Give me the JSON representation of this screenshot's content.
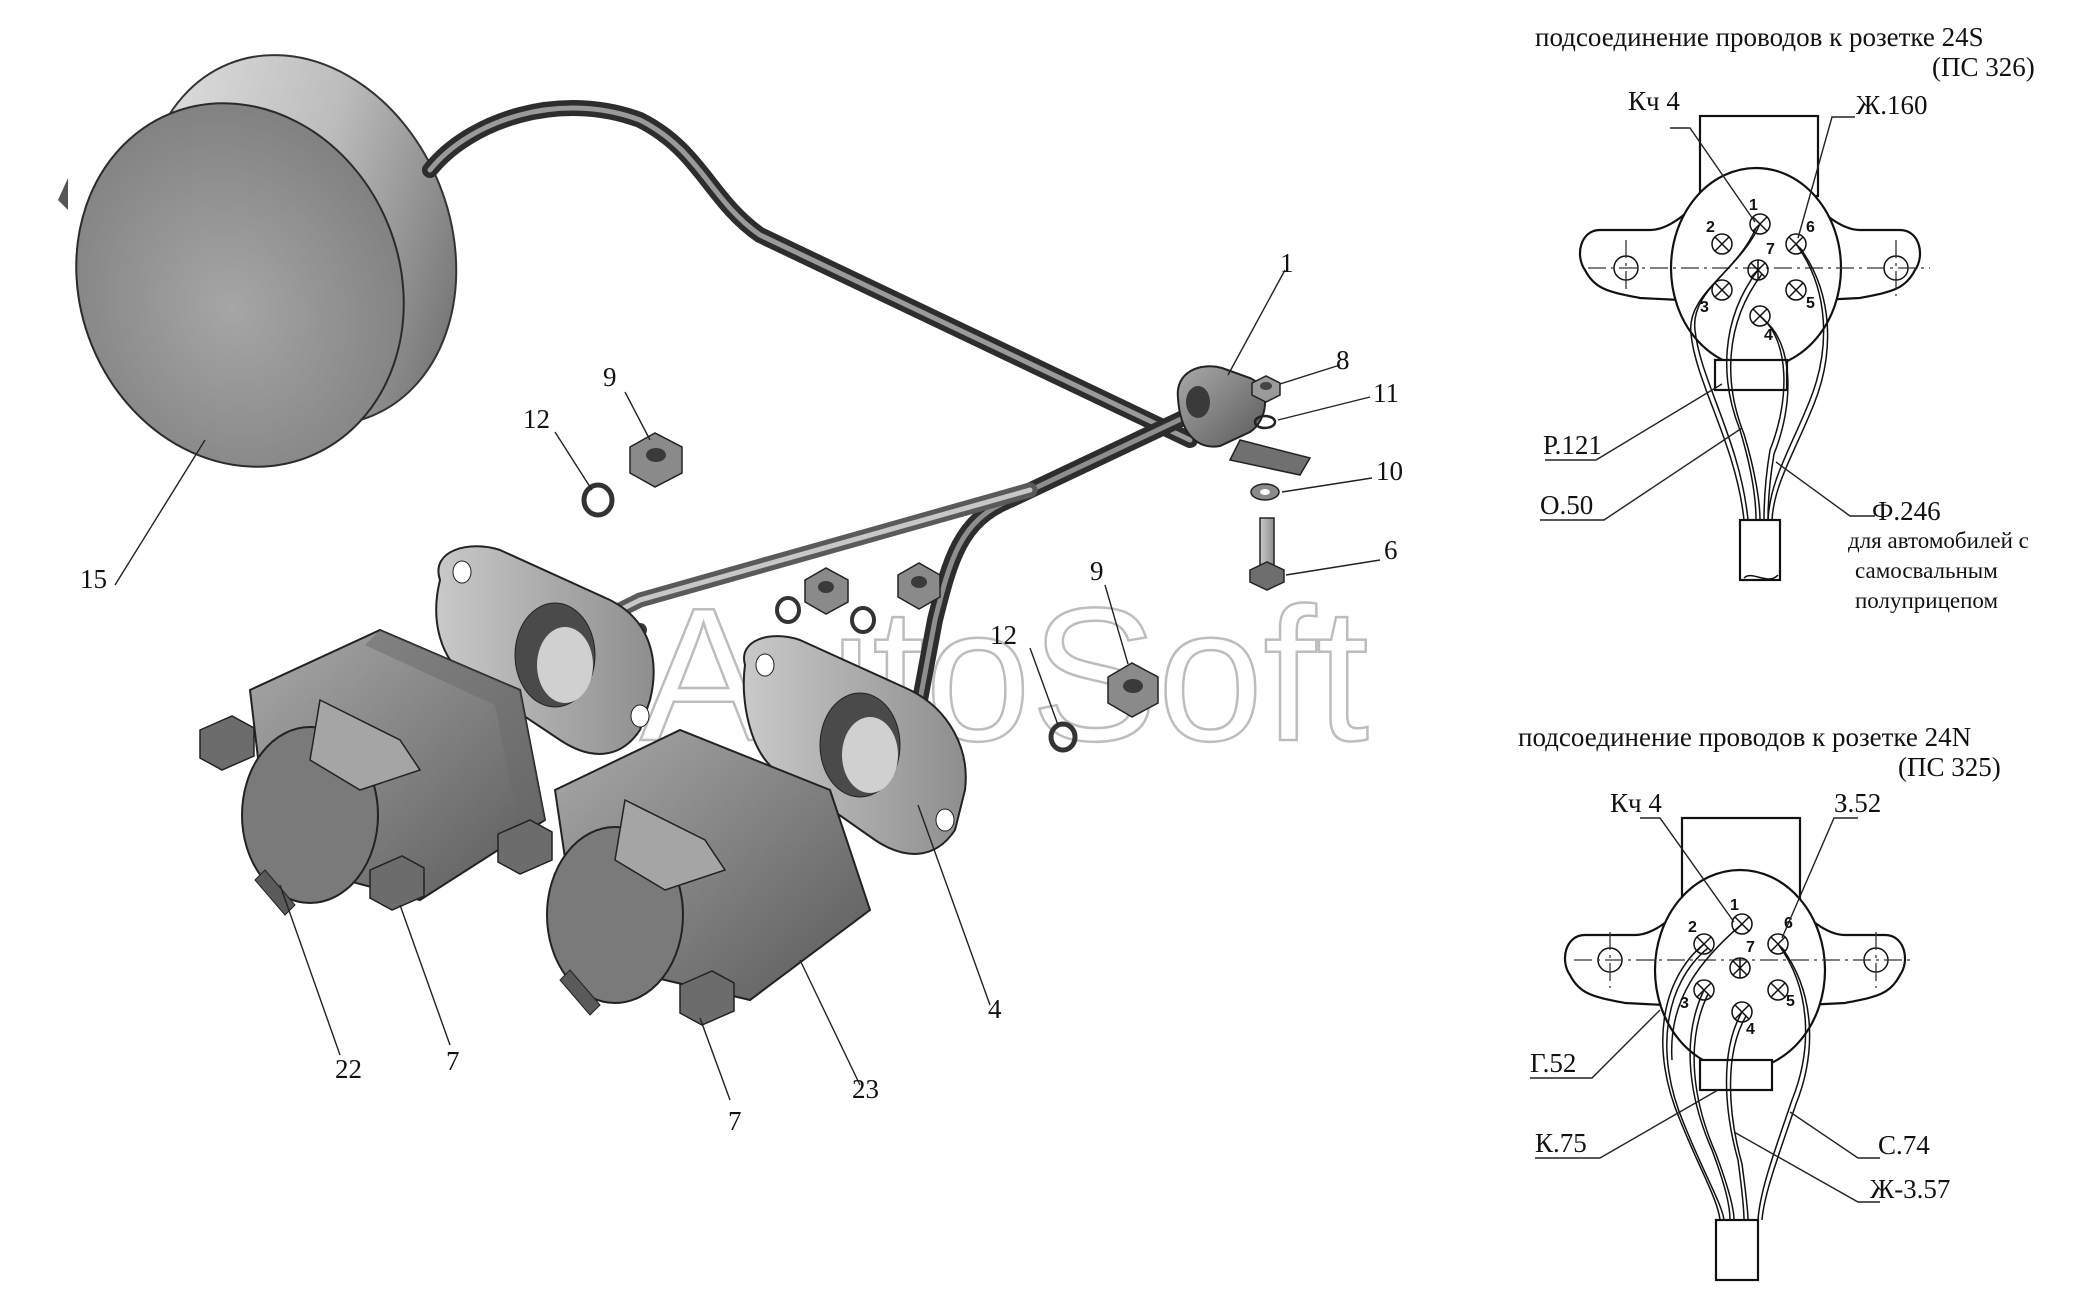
{
  "watermark": "AutoSoft",
  "part_labels": {
    "p1": "1",
    "p4": "4",
    "p6": "6",
    "p7a": "7",
    "p7b": "7",
    "p8": "8",
    "p9a": "9",
    "p9b": "9",
    "p10": "10",
    "p11": "11",
    "p12a": "12",
    "p12b": "12",
    "p15": "15",
    "p22": "22",
    "p23": "23"
  },
  "socket_24S": {
    "title": "подсоединение проводов к розетке 24S",
    "code": "(ПС 326)",
    "wires": {
      "w1": "Кч 4",
      "w2": "Ж.160",
      "w3": "Р.121",
      "w4": "О.50",
      "w5": "Ф.246"
    },
    "note_lines": [
      "для автомобилей с",
      "самосвальным",
      "полуприцепом"
    ],
    "pins": [
      "1",
      "2",
      "3",
      "4",
      "5",
      "6",
      "7"
    ]
  },
  "socket_24N": {
    "title": "подсоединение проводов к розетке 24N",
    "code": "(ПС 325)",
    "wires": {
      "w1": "Кч 4",
      "w2": "З.52",
      "w3": "Г.52",
      "w4": "К.75",
      "w5": "С.74",
      "w6": "Ж-3.57"
    },
    "pins": [
      "1",
      "2",
      "3",
      "4",
      "5",
      "6",
      "7"
    ]
  },
  "colors": {
    "part_fill": "#8c8c8c",
    "part_light": "#bdbdbd",
    "part_dark": "#4a4a4a",
    "lamp_face": "#9a9a9a",
    "cable": "#3a3a3a",
    "watermark": "#bdbdbd"
  }
}
